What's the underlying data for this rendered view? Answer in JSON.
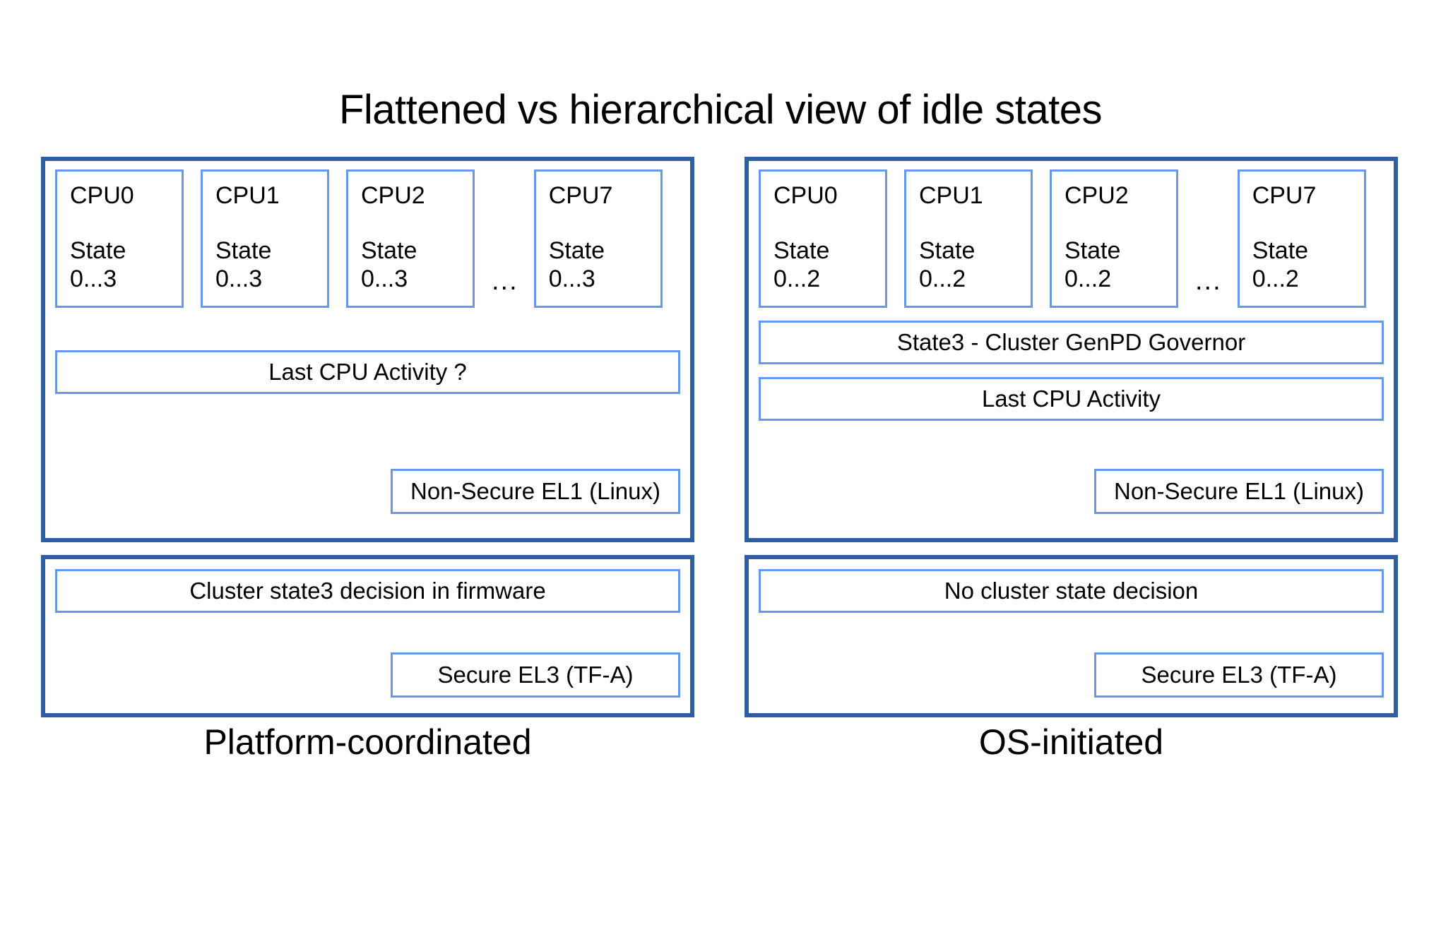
{
  "title": "Flattened vs hierarchical view of idle states",
  "colors": {
    "outer_border": "#2e5fa3",
    "inner_border": "#6699e8",
    "background": "#ffffff",
    "text": "#000000"
  },
  "columns": [
    {
      "id": "platform-coordinated",
      "caption": "Platform-coordinated",
      "os_panel": {
        "cpus": [
          {
            "name": "CPU0",
            "state": "State\n0...3"
          },
          {
            "name": "CPU1",
            "state": "State\n0...3"
          },
          {
            "name": "CPU2",
            "state": "State\n0...3"
          },
          {
            "name": "CPU7",
            "state": "State\n0...3"
          }
        ],
        "ellipsis": "...",
        "bars": [
          "Last CPU Activity ?"
        ],
        "tag": "Non-Secure EL1 (Linux)"
      },
      "fw_panel": {
        "bars": [
          "Cluster state3 decision in firmware"
        ],
        "tag": "Secure EL3 (TF-A)"
      }
    },
    {
      "id": "os-initiated",
      "caption": "OS-initiated",
      "os_panel": {
        "cpus": [
          {
            "name": "CPU0",
            "state": "State\n0...2"
          },
          {
            "name": "CPU1",
            "state": "State\n0...2"
          },
          {
            "name": "CPU2",
            "state": "State\n0...2"
          },
          {
            "name": "CPU7",
            "state": "State\n0...2"
          }
        ],
        "ellipsis": "...",
        "bars": [
          "State3 - Cluster GenPD Governor",
          "Last CPU Activity"
        ],
        "tag": "Non-Secure EL1 (Linux)"
      },
      "fw_panel": {
        "bars": [
          "No cluster state decision"
        ],
        "tag": "Secure EL3 (TF-A)"
      }
    }
  ]
}
